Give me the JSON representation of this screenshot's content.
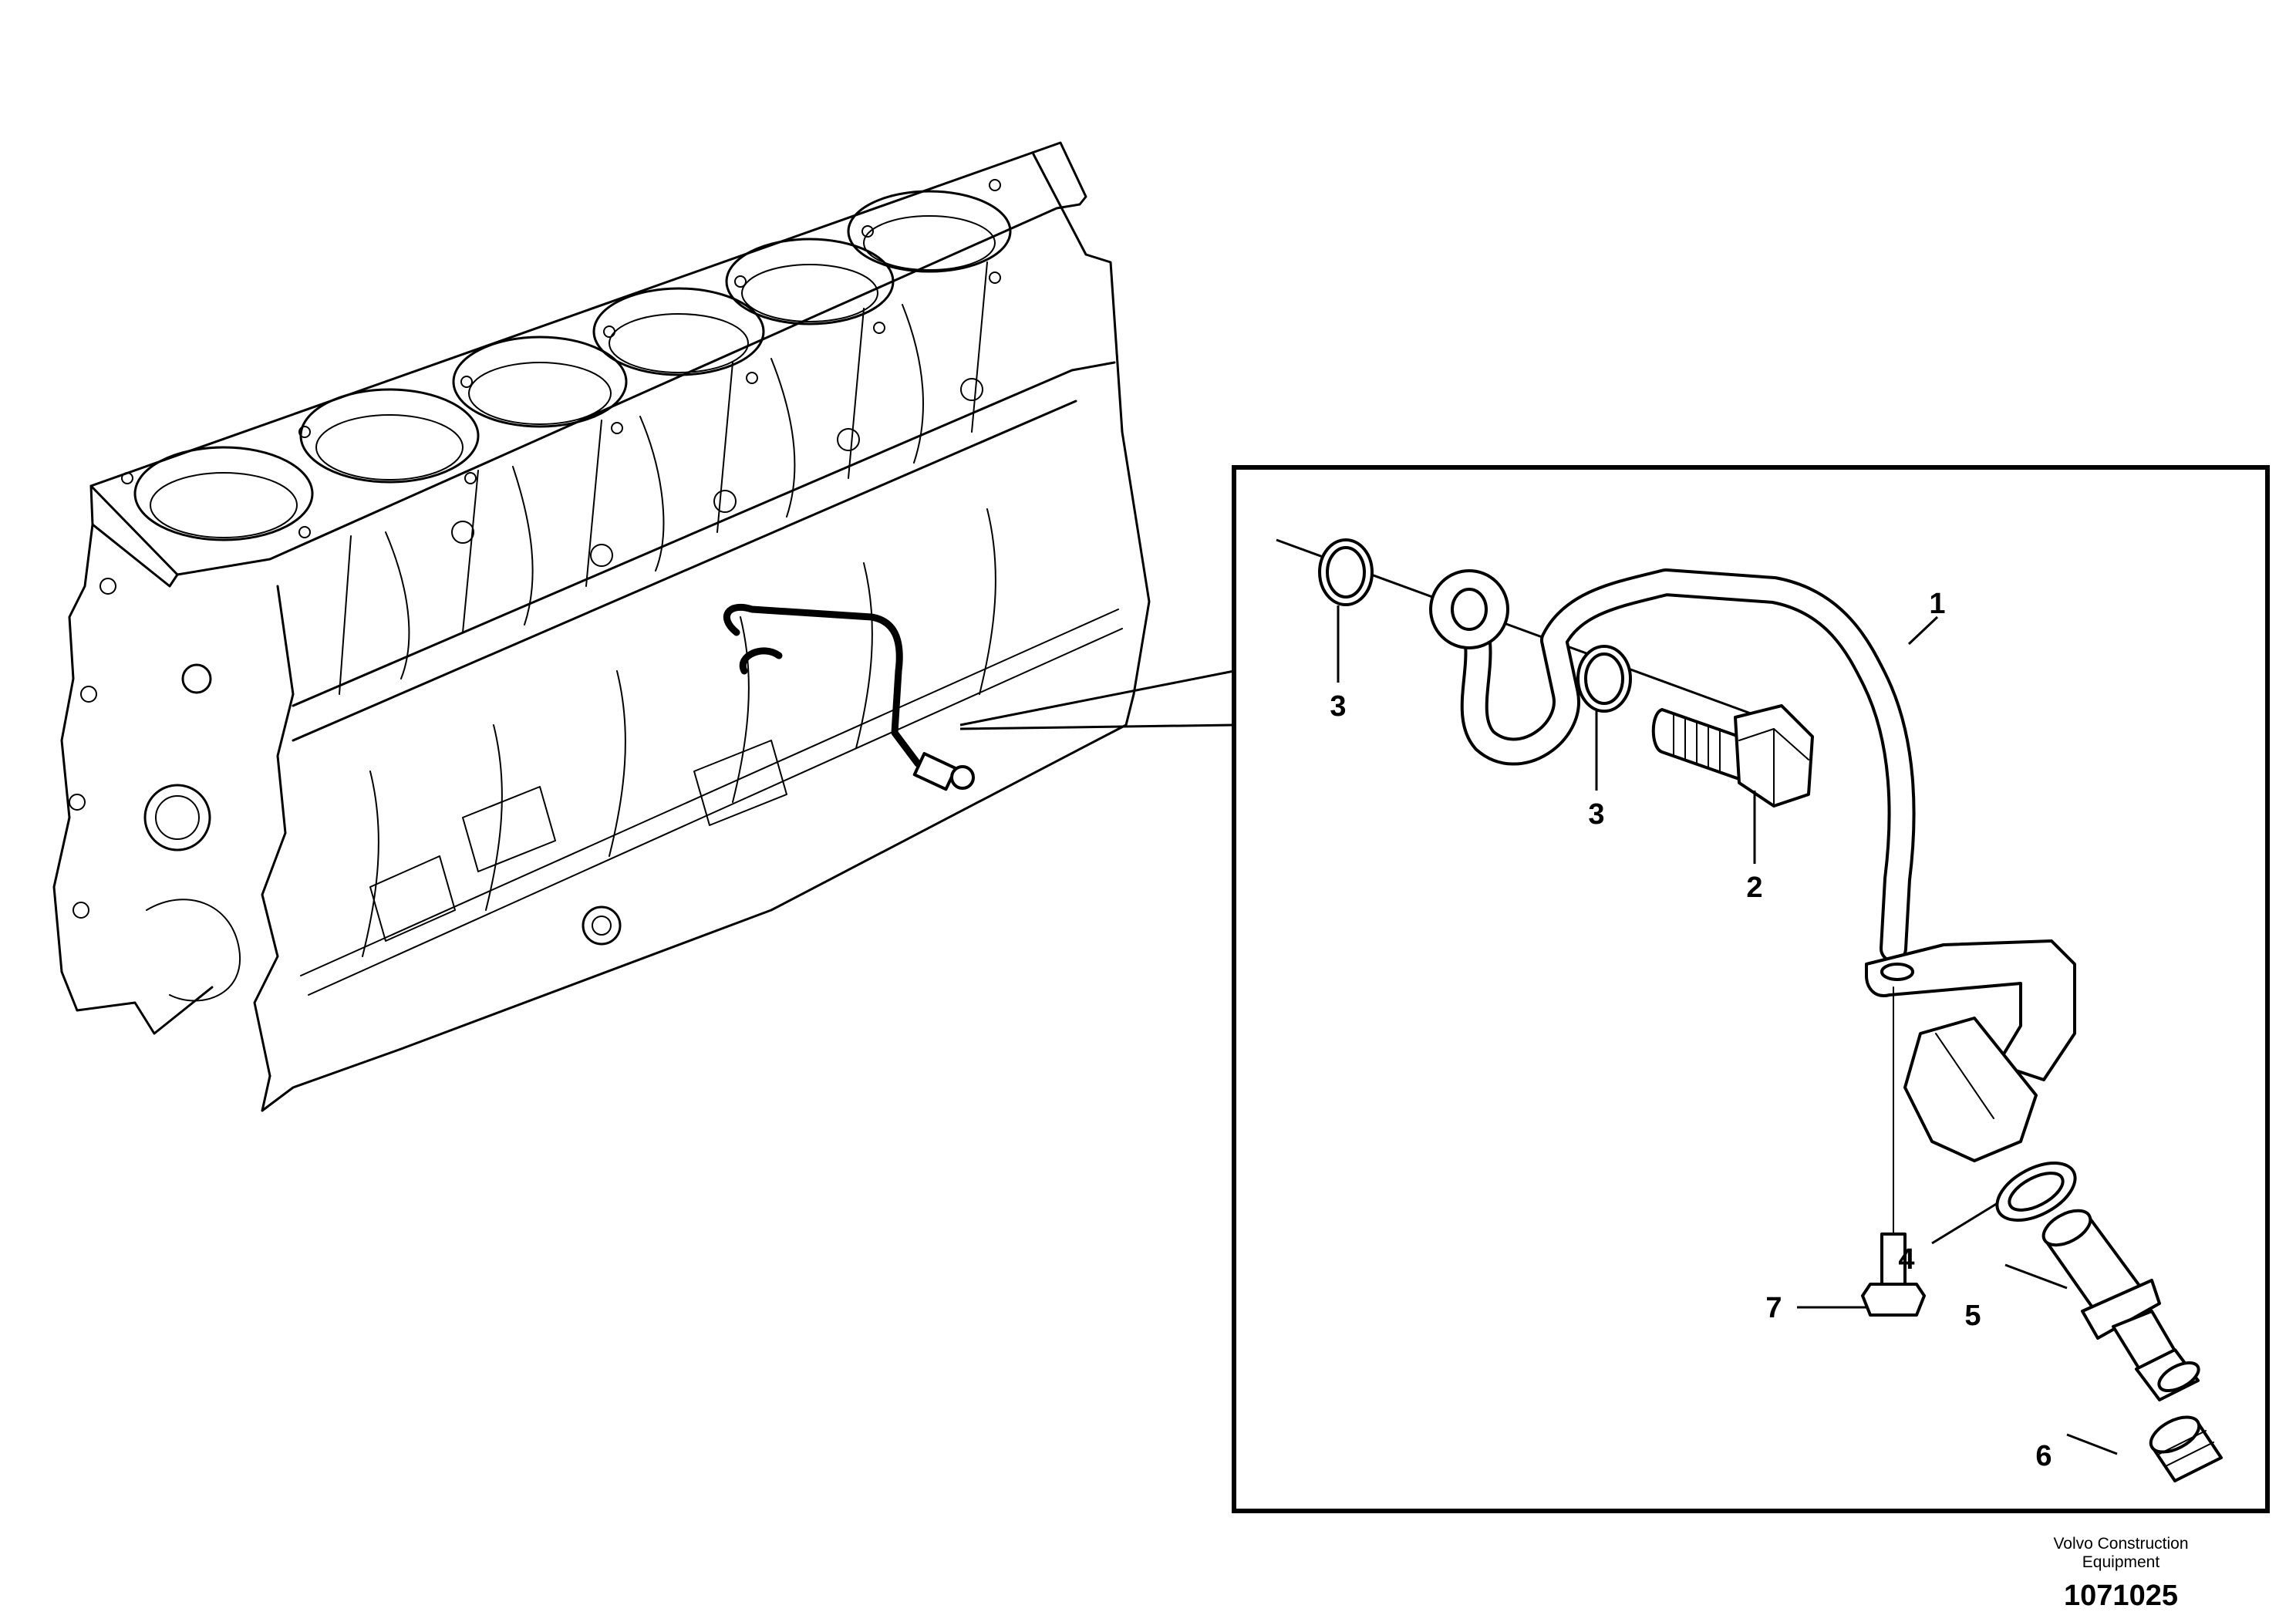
{
  "callouts": {
    "c1": "1",
    "c2": "2",
    "c3a": "3",
    "c3b": "3",
    "c4": "4",
    "c5": "5",
    "c6": "6",
    "c7": "7"
  },
  "footer": {
    "publisher_line1": "Volvo Construction",
    "publisher_line2": "Equipment",
    "reference_number": "1071025"
  }
}
